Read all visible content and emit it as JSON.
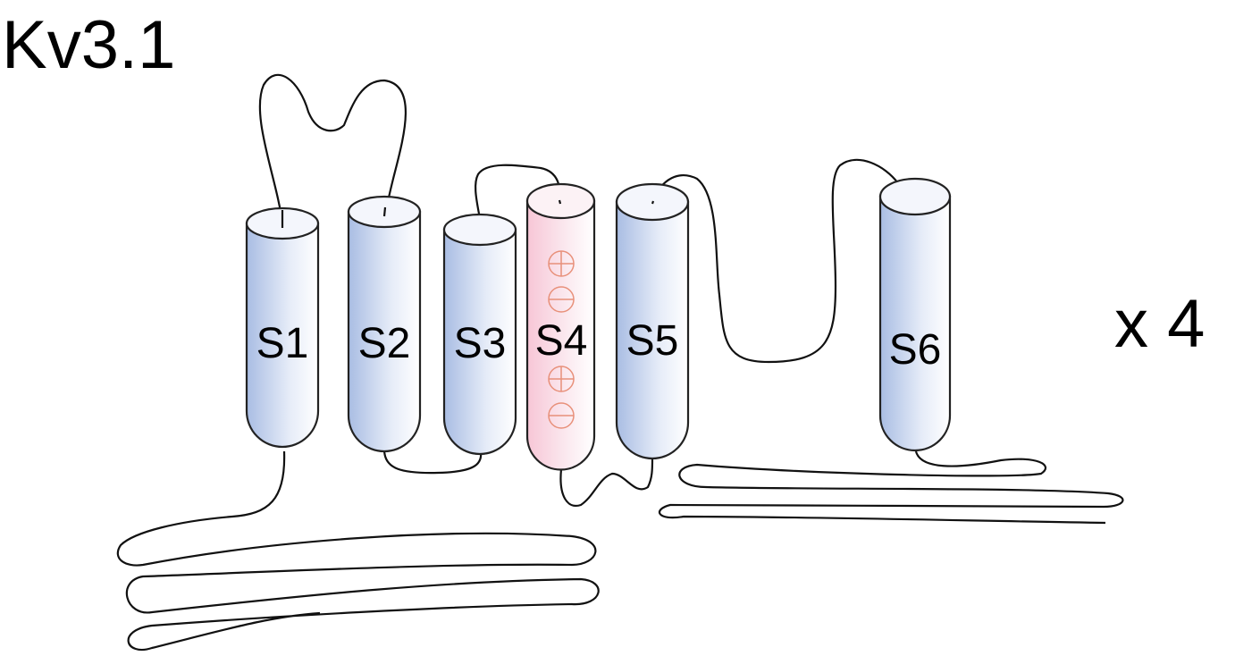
{
  "title": "Kv3.1",
  "multiplier": "x 4",
  "segments": [
    {
      "label": "S1",
      "type": "transmembrane"
    },
    {
      "label": "S2",
      "type": "transmembrane"
    },
    {
      "label": "S3",
      "type": "transmembrane"
    },
    {
      "label": "S4",
      "type": "voltage-sensor",
      "charges": [
        "+",
        "-",
        "+",
        "-"
      ]
    },
    {
      "label": "S5",
      "type": "transmembrane"
    },
    {
      "label": "S6",
      "type": "transmembrane"
    }
  ],
  "colors": {
    "helix_blue": "#a9bde3",
    "helix_pink": "#f7c6d6",
    "charge": "#e8907a"
  }
}
